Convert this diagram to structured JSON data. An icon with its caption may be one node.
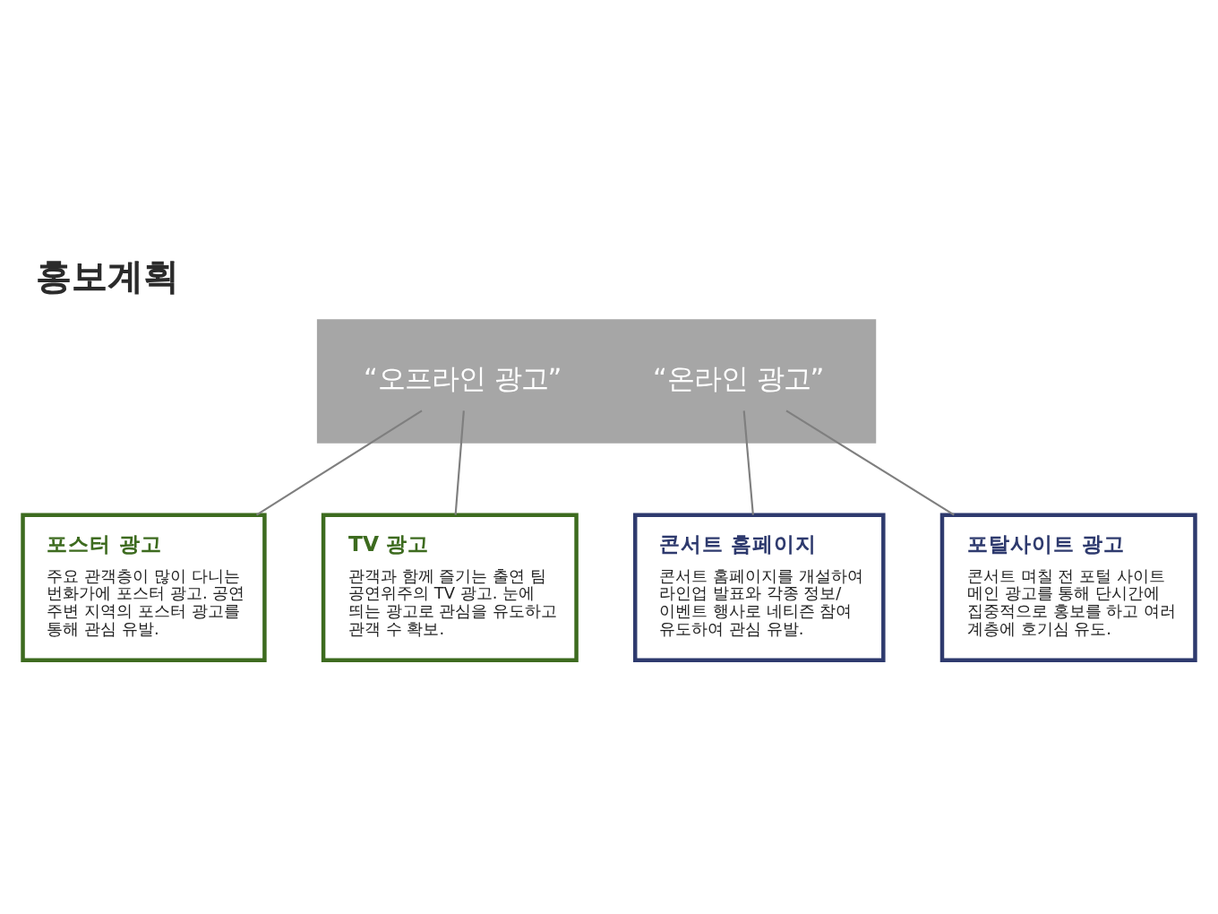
{
  "diagram": {
    "title": "홍보계획",
    "nodes": [
      {
        "text": [],
        "shape": "bar"
      },
      {
        "text": [
          "“오프라인 광고”"
        ],
        "in": 0
      },
      {
        "text": [
          "“온라인 광고”"
        ],
        "in": 0
      },
      {
        "text": [
          "포스터 광고",
          "주요 관객층이 많이 다니는 번화가에 포스터 광고. 공연 주변 지역의 포스터 광고를 통해 관심 유발."
        ]
      },
      {
        "text": [
          "TV 광고",
          "관객과 함께 즐기는 출연 팀 공연위주의 TV 광고. 눈에 띄는 광고로 관심을 유도하고 관객 수 확보."
        ]
      },
      {
        "text": [
          "콘서트 홈페이지",
          "콘서트 홈페이지를 개설하여 라인업 발표와 각종 정보/ 이벤트 행사로 네티즌 참여 유도하여 관심 유발."
        ]
      },
      {
        "text": [
          "포탈사이트 광고",
          "콘서트 며칠 전 포털 사이트 메인 광고를 통해 단시간에 집중적으로 홍보를 하고 여러 계층에 호기심 유도."
        ]
      }
    ],
    "edges": [
      {
        "from": 1,
        "to": 3,
        "arrow": "none"
      },
      {
        "from": 1,
        "to": 4,
        "arrow": "none"
      },
      {
        "from": 2,
        "to": 5,
        "arrow": "none"
      },
      {
        "from": 2,
        "to": 6,
        "arrow": "none"
      }
    ]
  }
}
